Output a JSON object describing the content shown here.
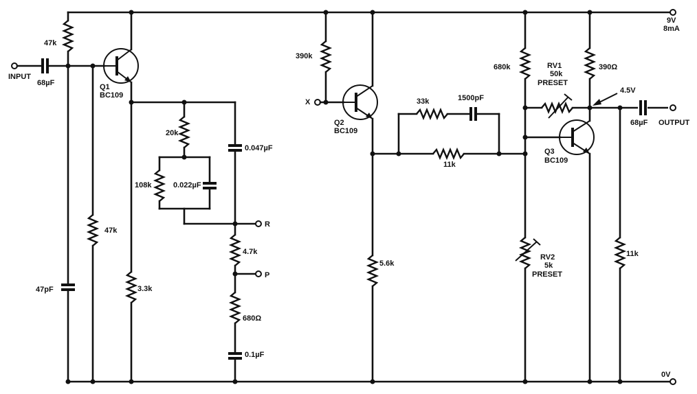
{
  "labels": {
    "r47k_top": "47k",
    "input": "INPUT",
    "c68uF_in": "68µF",
    "q1_name": "Q1",
    "q1_type": "BC109",
    "r47k_low": "47k",
    "c47pF": "47pF",
    "r3_3k": "3.3k",
    "r20k": "20k",
    "r108k": "108k",
    "c0_022uF": "0.022µF",
    "c0_047uF": "0.047µF",
    "node_r": "R",
    "r4_7k": "4.7k",
    "node_p": "P",
    "r680ohm": "680Ω",
    "c0_1uF": "0.1µF",
    "r390k": "390k",
    "node_x": "X",
    "q2_name": "Q2",
    "q2_type": "BC109",
    "r33k": "33k",
    "c1500pF": "1500pF",
    "r11k_mid": "11k",
    "r5_6k": "5.6k",
    "r680k": "680k",
    "rv1_name": "RV1",
    "rv1_value": "50k",
    "rv1_type": "PRESET",
    "r390ohm": "390Ω",
    "v4_5": "4.5V",
    "c68uF_out": "68µF",
    "output": "OUTPUT",
    "q3_name": "Q3",
    "q3_type": "BC109",
    "rv2_name": "RV2",
    "rv2_value": "5k",
    "rv2_type": "PRESET",
    "r11k_right": "11k",
    "supply_v": "9V",
    "supply_i": "8mA",
    "ground": "0V"
  }
}
